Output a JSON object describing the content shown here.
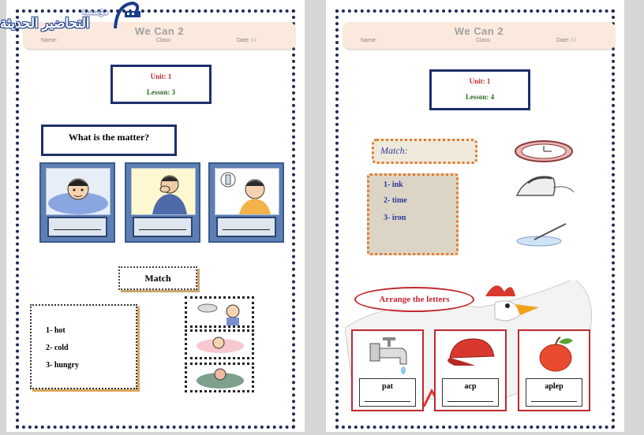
{
  "logo": {
    "line1": "مؤسسة",
    "line2": "التحاضير الحديثة"
  },
  "left_page": {
    "header": {
      "title": "We Can 2",
      "name_label": "Name:",
      "class_label": "Class:",
      "date_label": "Date:   /   /"
    },
    "unit": "Unit: 1",
    "lesson": "Lesson: 3",
    "question": "What is the matter?",
    "match_title": "Match",
    "words": [
      "1- hot",
      "2- cold",
      "3- hungry"
    ]
  },
  "right_page": {
    "header": {
      "title": "We Can 2",
      "name_label": "Name:",
      "class_label": "Class:",
      "date_label": "Date:   /   /"
    },
    "unit": "Unit: 1",
    "lesson": "Lesson: 4",
    "match_label": "Match:",
    "words": [
      "1- ink",
      "2- time",
      "3- iron"
    ],
    "arrange_title": "Arrange the letters",
    "scrambled": [
      "pat",
      "acp",
      "aplep"
    ]
  }
}
